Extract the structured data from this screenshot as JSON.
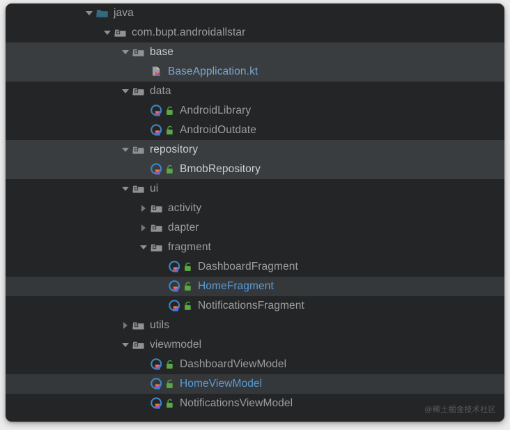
{
  "panel": {
    "background": "#242526",
    "band_background": "#3a3d3f",
    "selected_background": "#35383a",
    "accent_blue": "#5b9bd5"
  },
  "watermark": {
    "text": "@稀土掘金技术社区"
  },
  "tree": {
    "rows": [
      {
        "label": "java",
        "depth": 0,
        "arrow": "down",
        "icon": "folder-source-icon",
        "lock": false,
        "band": false,
        "selected": false,
        "style": "normal"
      },
      {
        "label": "com.bupt.androidallstar",
        "depth": 1,
        "arrow": "down",
        "icon": "folder-package-icon",
        "lock": false,
        "band": false,
        "selected": false,
        "style": "normal"
      },
      {
        "label": "base",
        "depth": 2,
        "arrow": "down",
        "icon": "folder-package-icon",
        "lock": false,
        "band": true,
        "selected": false,
        "style": "bright"
      },
      {
        "label": "BaseApplication.kt",
        "depth": 3,
        "arrow": "none",
        "icon": "kotlin-file-icon",
        "lock": false,
        "band": true,
        "selected": false,
        "style": "file"
      },
      {
        "label": "data",
        "depth": 2,
        "arrow": "down",
        "icon": "folder-package-icon",
        "lock": false,
        "band": false,
        "selected": false,
        "style": "normal"
      },
      {
        "label": "AndroidLibrary",
        "depth": 3,
        "arrow": "none",
        "icon": "kotlin-class-icon",
        "lock": true,
        "band": false,
        "selected": false,
        "style": "normal"
      },
      {
        "label": "AndroidOutdate",
        "depth": 3,
        "arrow": "none",
        "icon": "kotlin-class-icon",
        "lock": true,
        "band": false,
        "selected": false,
        "style": "normal"
      },
      {
        "label": "repository",
        "depth": 2,
        "arrow": "down",
        "icon": "folder-package-icon",
        "lock": false,
        "band": true,
        "selected": false,
        "style": "bright"
      },
      {
        "label": "BmobRepository",
        "depth": 3,
        "arrow": "none",
        "icon": "kotlin-class-icon",
        "lock": true,
        "band": true,
        "selected": false,
        "style": "bright"
      },
      {
        "label": "ui",
        "depth": 2,
        "arrow": "down",
        "icon": "folder-package-icon",
        "lock": false,
        "band": false,
        "selected": false,
        "style": "normal"
      },
      {
        "label": "activity",
        "depth": 3,
        "arrow": "right",
        "icon": "folder-package-icon",
        "lock": false,
        "band": false,
        "selected": false,
        "style": "normal"
      },
      {
        "label": "dapter",
        "depth": 3,
        "arrow": "right",
        "icon": "folder-package-icon",
        "lock": false,
        "band": false,
        "selected": false,
        "style": "normal"
      },
      {
        "label": "fragment",
        "depth": 3,
        "arrow": "down",
        "icon": "folder-package-icon",
        "lock": false,
        "band": false,
        "selected": false,
        "style": "normal"
      },
      {
        "label": "DashboardFragment",
        "depth": 4,
        "arrow": "none",
        "icon": "kotlin-class-icon",
        "lock": true,
        "band": false,
        "selected": false,
        "style": "normal"
      },
      {
        "label": "HomeFragment",
        "depth": 4,
        "arrow": "none",
        "icon": "kotlin-class-icon",
        "lock": true,
        "band": false,
        "selected": true,
        "style": "blue"
      },
      {
        "label": "NotificationsFragment",
        "depth": 4,
        "arrow": "none",
        "icon": "kotlin-class-icon",
        "lock": true,
        "band": false,
        "selected": false,
        "style": "normal"
      },
      {
        "label": "utils",
        "depth": 2,
        "arrow": "right",
        "icon": "folder-package-icon",
        "lock": false,
        "band": false,
        "selected": false,
        "style": "normal"
      },
      {
        "label": "viewmodel",
        "depth": 2,
        "arrow": "down",
        "icon": "folder-package-icon",
        "lock": false,
        "band": false,
        "selected": false,
        "style": "normal"
      },
      {
        "label": "DashboardViewModel",
        "depth": 3,
        "arrow": "none",
        "icon": "kotlin-class-icon",
        "lock": true,
        "band": false,
        "selected": false,
        "style": "normal"
      },
      {
        "label": "HomeViewModel",
        "depth": 3,
        "arrow": "none",
        "icon": "kotlin-class-icon",
        "lock": true,
        "band": false,
        "selected": true,
        "style": "blue"
      },
      {
        "label": "NotificationsViewModel",
        "depth": 3,
        "arrow": "none",
        "icon": "kotlin-class-icon",
        "lock": true,
        "band": false,
        "selected": false,
        "style": "normal"
      }
    ]
  }
}
